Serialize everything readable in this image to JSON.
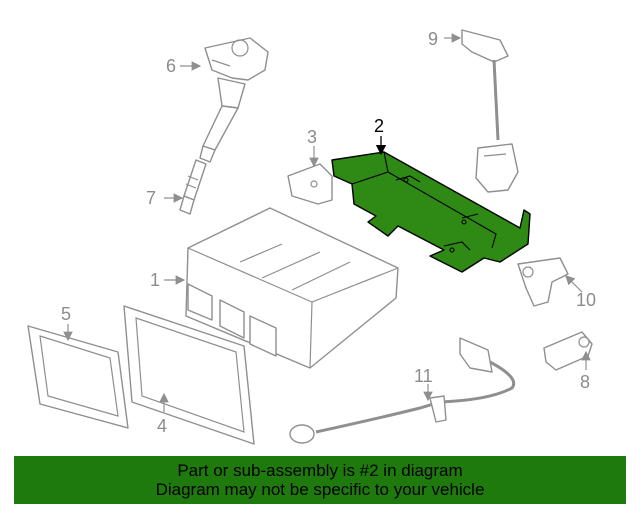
{
  "callouts": {
    "c1": "1",
    "c2": "2",
    "c3": "3",
    "c4": "4",
    "c5": "5",
    "c6": "6",
    "c7": "7",
    "c8": "8",
    "c9": "9",
    "c10": "10",
    "c11": "11"
  },
  "banner": {
    "line1": "Part or sub-assembly is #2 in diagram",
    "line2": "Diagram may not be specific to your vehicle"
  },
  "colors": {
    "highlight": "#2e8a15",
    "banner": "#1f7a0e",
    "line_art": "#8f8f8f"
  }
}
